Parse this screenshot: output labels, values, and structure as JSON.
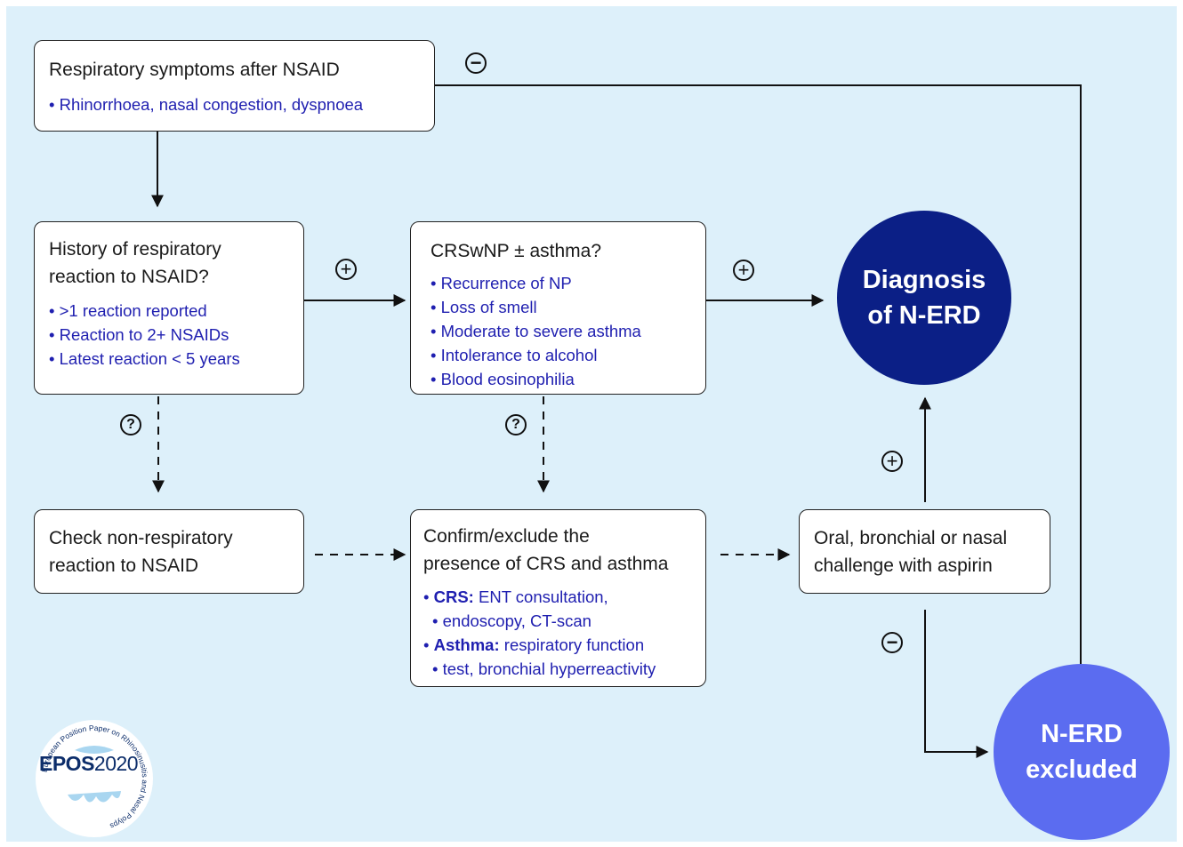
{
  "colors": {
    "background": "#ddf0fa",
    "list_text": "#1f1fb0",
    "diagnosis_circle": "#0b1f86",
    "excluded_circle": "#5b6cf0"
  },
  "start": {
    "title": "Respiratory symptoms after NSAID",
    "items": [
      "Rhinorrhoea, nasal congestion, dyspnoea"
    ]
  },
  "history": {
    "title_lines": [
      "History of respiratory",
      "reaction to NSAID?"
    ],
    "items": [
      ">1 reaction reported",
      "Reaction to 2+ NSAIDs",
      "Latest reaction < 5 years"
    ]
  },
  "crswnp": {
    "title": "CRSwNP ± asthma?",
    "items": [
      "Recurrence of NP",
      "Loss of smell",
      "Moderate to severe asthma",
      "Intolerance to alcohol",
      "Blood eosinophilia"
    ]
  },
  "non_respiratory": {
    "title_lines": [
      "Check non-respiratory",
      "reaction to NSAID"
    ]
  },
  "confirm": {
    "title_lines": [
      "Confirm/exclude the",
      "presence of CRS and asthma"
    ],
    "crs_label": "CRS:",
    "crs_line1": " ENT consultation,",
    "crs_line2": "endoscopy, CT-scan",
    "asthma_label": "Asthma:",
    "asthma_line1": " respiratory function",
    "asthma_line2": "test, bronchial hyperreactivity"
  },
  "challenge": {
    "title_lines": [
      "Oral, bronchial or nasal",
      "challenge with aspirin"
    ]
  },
  "diagnosis": {
    "lines": [
      "Diagnosis",
      "of N-ERD"
    ]
  },
  "excluded": {
    "lines": [
      "N-ERD",
      "excluded"
    ]
  },
  "signs": {
    "plus": "+",
    "minus": "−",
    "question": "?"
  },
  "logo": {
    "name_bold": "EPOS",
    "name_year": "2020",
    "ring_text": "European Position Paper on Rhinosinusitis and Nasal Polyps"
  }
}
